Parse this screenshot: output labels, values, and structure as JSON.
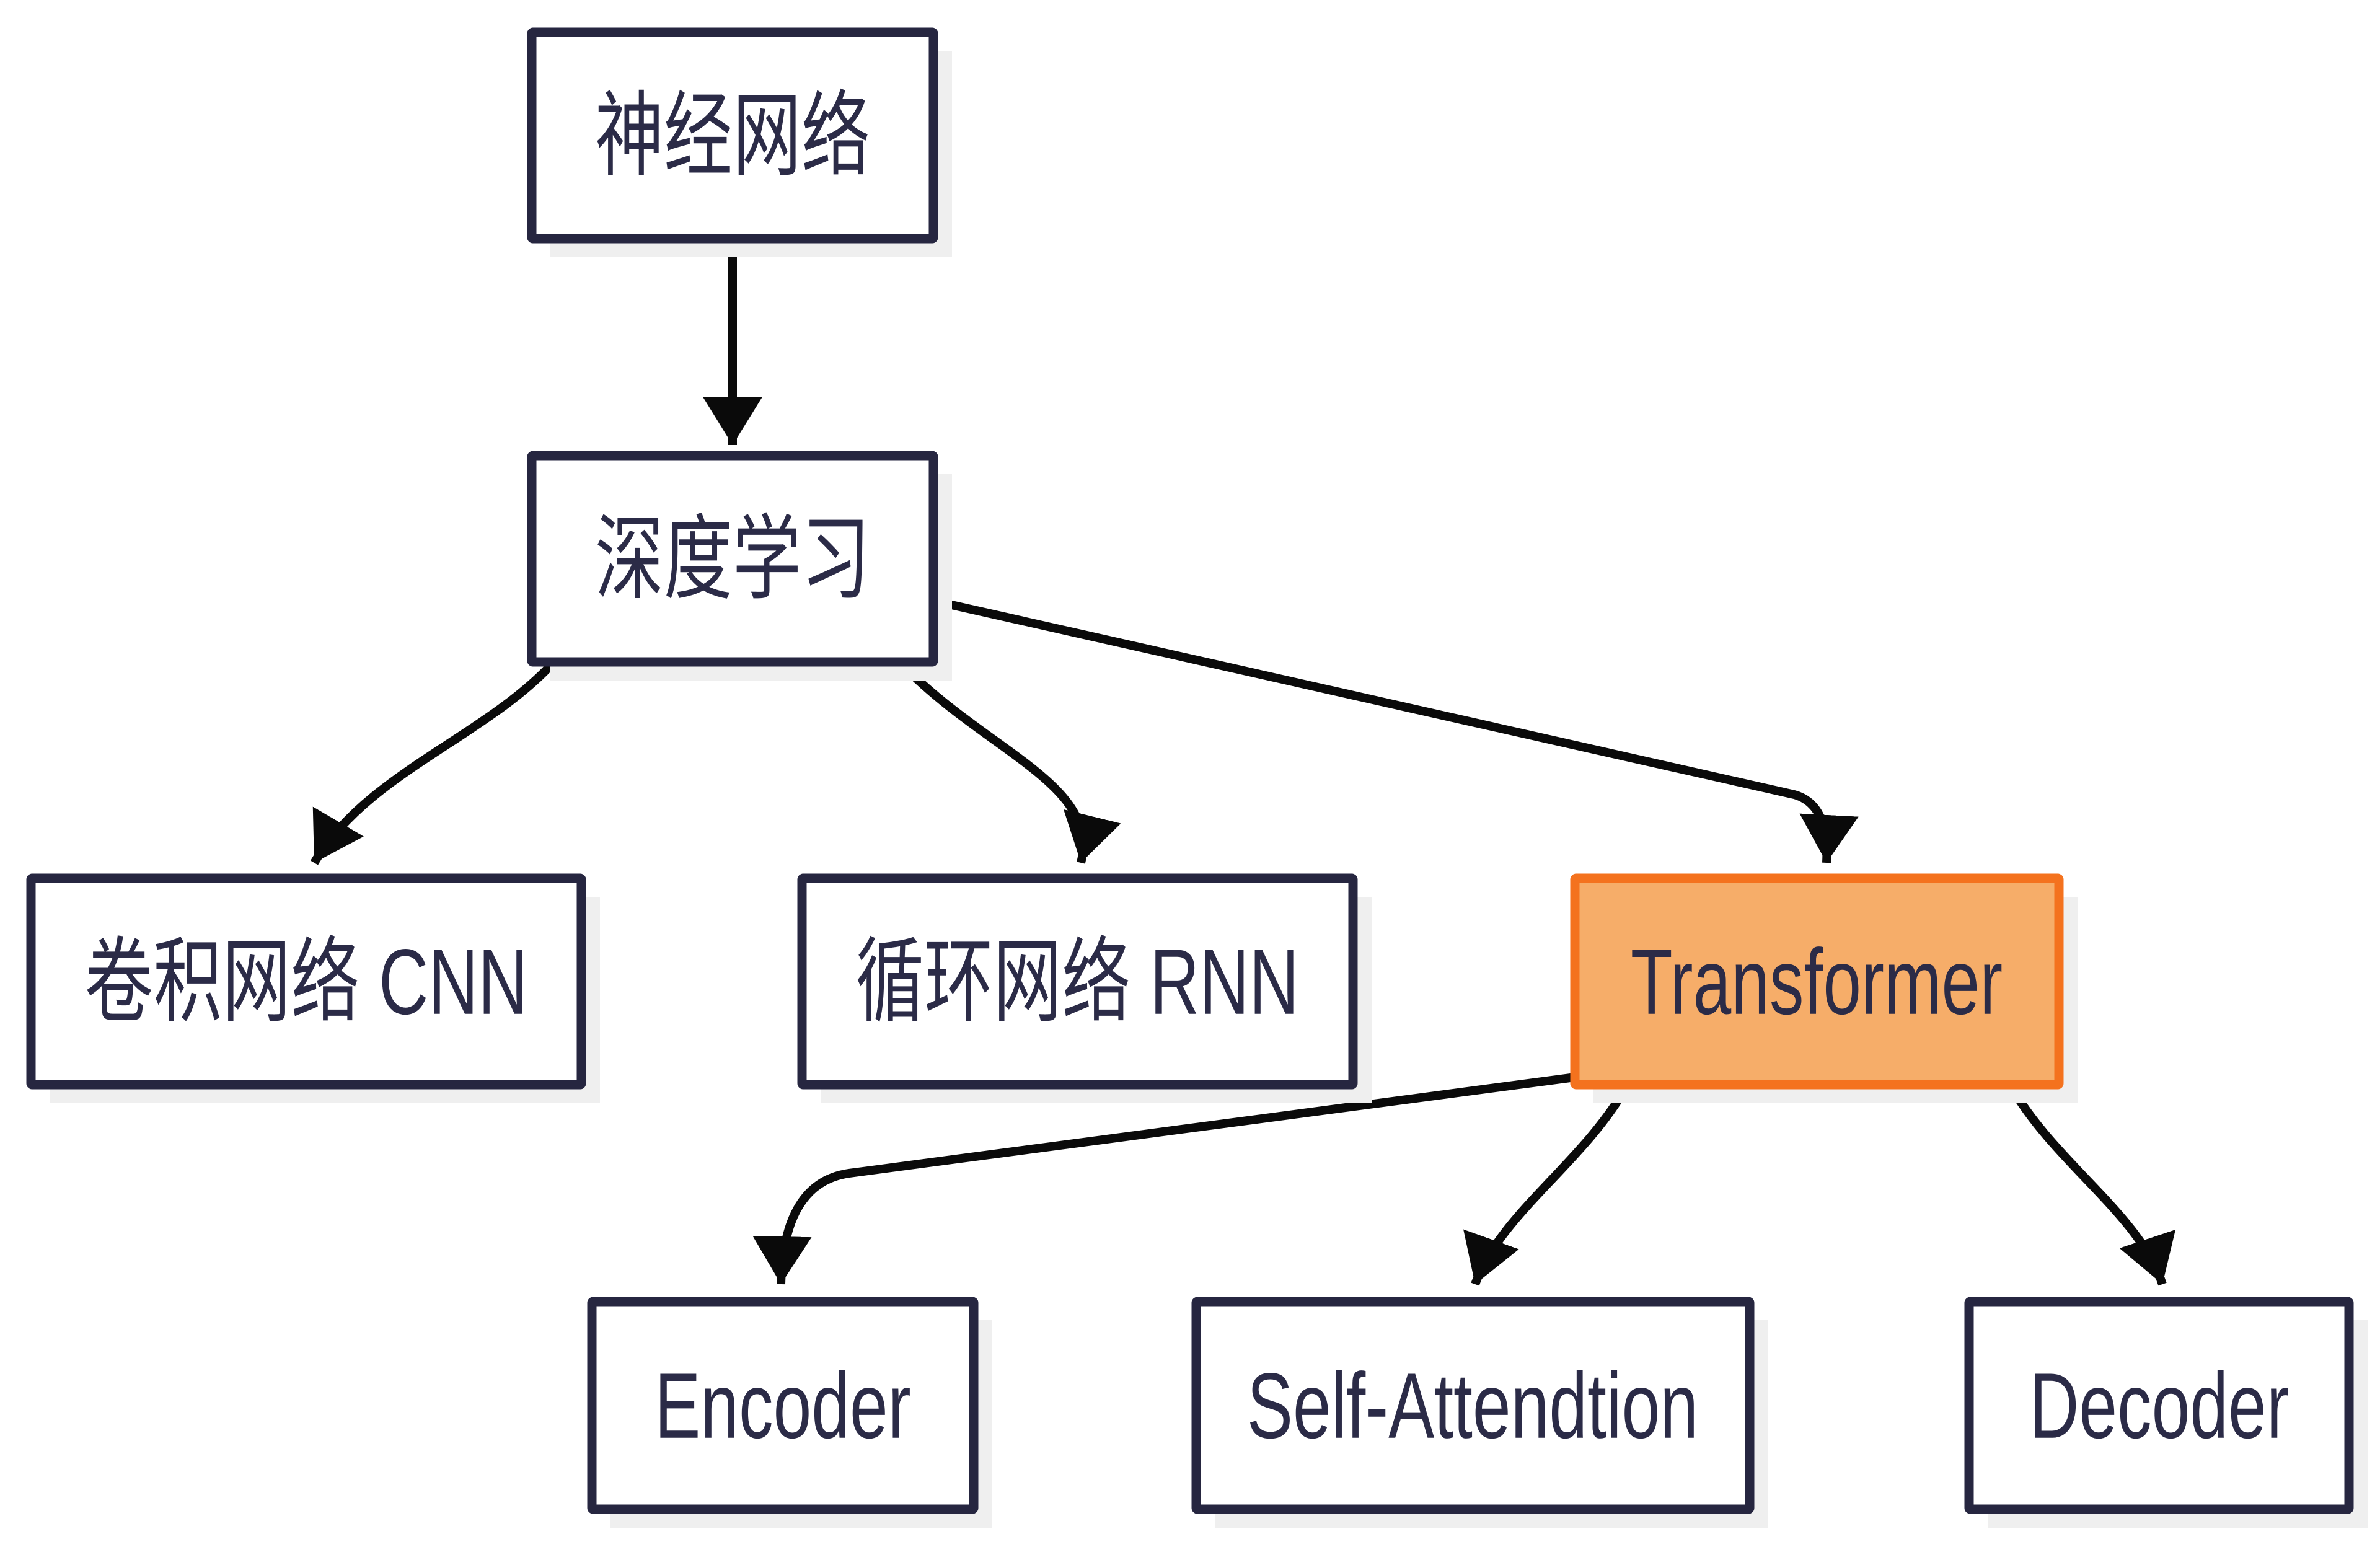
{
  "diagram": {
    "title": "",
    "background_color": "#ffffff",
    "node_border_color": "#262640",
    "node_fill_color": "#ffffff",
    "node_text_color": "#2b2b47",
    "node_shadow_color": "#efefef",
    "arrow_color": "#0a0a0a",
    "accent_border_color": "#f4721e",
    "accent_fill_color": "#f6ad69",
    "nodes": [
      {
        "id": "neural-network",
        "label": "神经网络",
        "accent": false
      },
      {
        "id": "deep-learning",
        "label": "深度学习",
        "accent": false
      },
      {
        "id": "cnn",
        "label": "卷积网络 CNN",
        "accent": false
      },
      {
        "id": "rnn",
        "label": "循环网络 RNN",
        "accent": false
      },
      {
        "id": "transformer",
        "label": "Transformer",
        "accent": true
      },
      {
        "id": "encoder",
        "label": "Encoder",
        "accent": false
      },
      {
        "id": "self-attention",
        "label": "Self-Attendtion",
        "accent": false
      },
      {
        "id": "decoder",
        "label": "Decoder",
        "accent": false
      }
    ],
    "edges": [
      {
        "from": "神经网络",
        "to": "深度学习"
      },
      {
        "from": "深度学习",
        "to": "卷积网络 CNN"
      },
      {
        "from": "深度学习",
        "to": "循环网络 RNN"
      },
      {
        "from": "深度学习",
        "to": "Transformer"
      },
      {
        "from": "Transformer",
        "to": "Encoder"
      },
      {
        "from": "Transformer",
        "to": "Self-Attendtion"
      },
      {
        "from": "Transformer",
        "to": "Decoder"
      }
    ]
  }
}
